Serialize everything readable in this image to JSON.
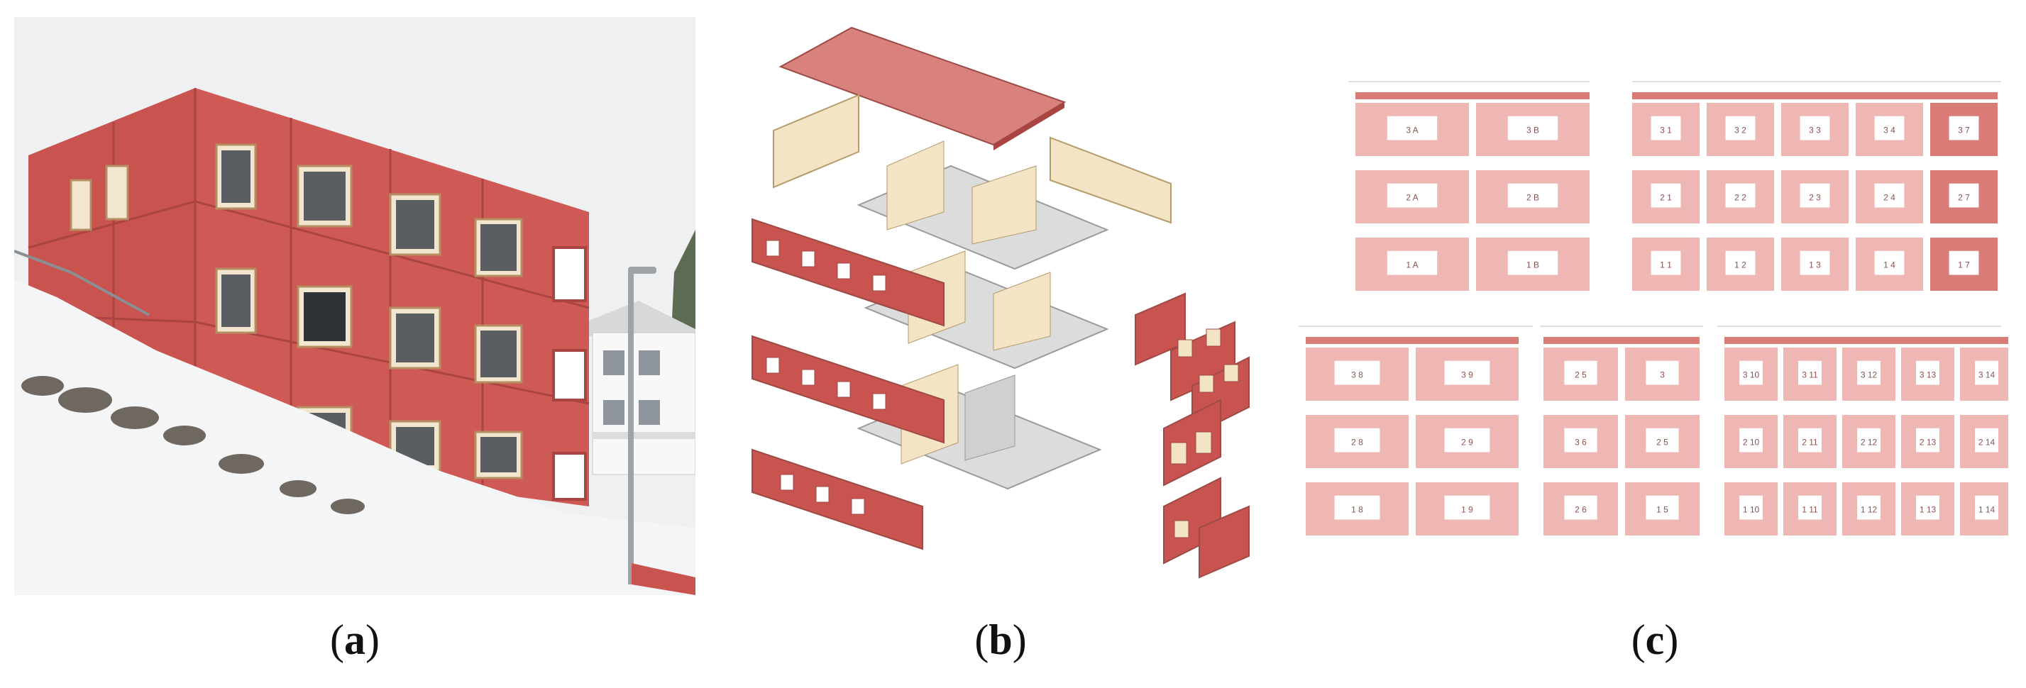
{
  "figure": {
    "captions": {
      "a": {
        "open": "(",
        "letter": "a",
        "close": ")"
      },
      "b": {
        "open": "(",
        "letter": "b",
        "close": ")"
      },
      "c": {
        "open": "(",
        "letter": "c",
        "close": ")"
      }
    },
    "colors": {
      "facade_red": "#c9534f",
      "facade_dark": "#a94441",
      "timber": "#f3e4c6",
      "slab_grey": "#d9d9d9",
      "drawing_pink": "#eeb7b4",
      "drawing_pink_dark": "#d97c78",
      "snow": "#f4f5f6",
      "sky": "#eef0f1"
    },
    "panel_c_labels": {
      "top_left": [
        "3 A",
        "3 B",
        "2 A",
        "2 B",
        "1 A",
        "1 B"
      ],
      "top_right": [
        "3 1",
        "3 2",
        "3 3",
        "3 4",
        "3 7",
        "2 1",
        "2 2",
        "2 3",
        "2 4",
        "2 7",
        "1 1",
        "1 2",
        "1 3",
        "1 4",
        "1 7"
      ],
      "bottom_left": [
        "3 8",
        "3 9",
        "2 8",
        "2 9",
        "1 8",
        "1 9"
      ],
      "bottom_mid": [
        "2 5",
        "3",
        "3 6",
        "2 5",
        "2 6",
        "1 5"
      ],
      "bottom_right": [
        "3 10",
        "3 11",
        "3 12",
        "3 13",
        "3 14",
        "2 10",
        "2 11",
        "2 12",
        "2 13",
        "2 14",
        "1 10",
        "1 11",
        "1 12",
        "1 13",
        "1 14"
      ]
    }
  }
}
